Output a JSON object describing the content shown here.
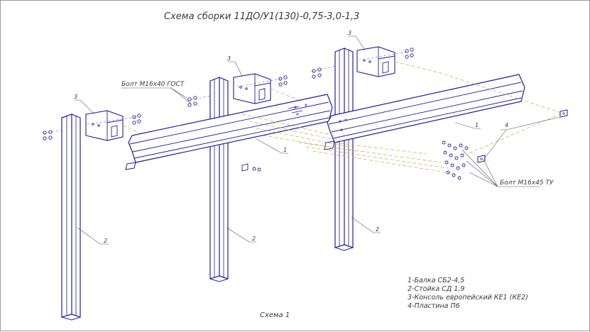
{
  "title": "Схема сборки 11ДО/У1(130)-0,75-3,0-1,3",
  "caption": "Схема 1",
  "callouts": {
    "bolt_gost": "Болт М16х40 ГОСТ",
    "bolt_tu": "Болт М16х45 ТУ"
  },
  "part_numbers": {
    "beam": "1",
    "post": "2",
    "console": "3",
    "plate": "4"
  },
  "legend": [
    "1-Балка СБ2-4,5",
    "2-Стойка СД 1,9",
    "3-Консоль европейский КЕ1 (КЕ2)",
    "4-Пластина П6"
  ],
  "colors": {
    "line": "#1f1f9e",
    "dash": "#c9a94a",
    "text": "#3a3a3a"
  }
}
